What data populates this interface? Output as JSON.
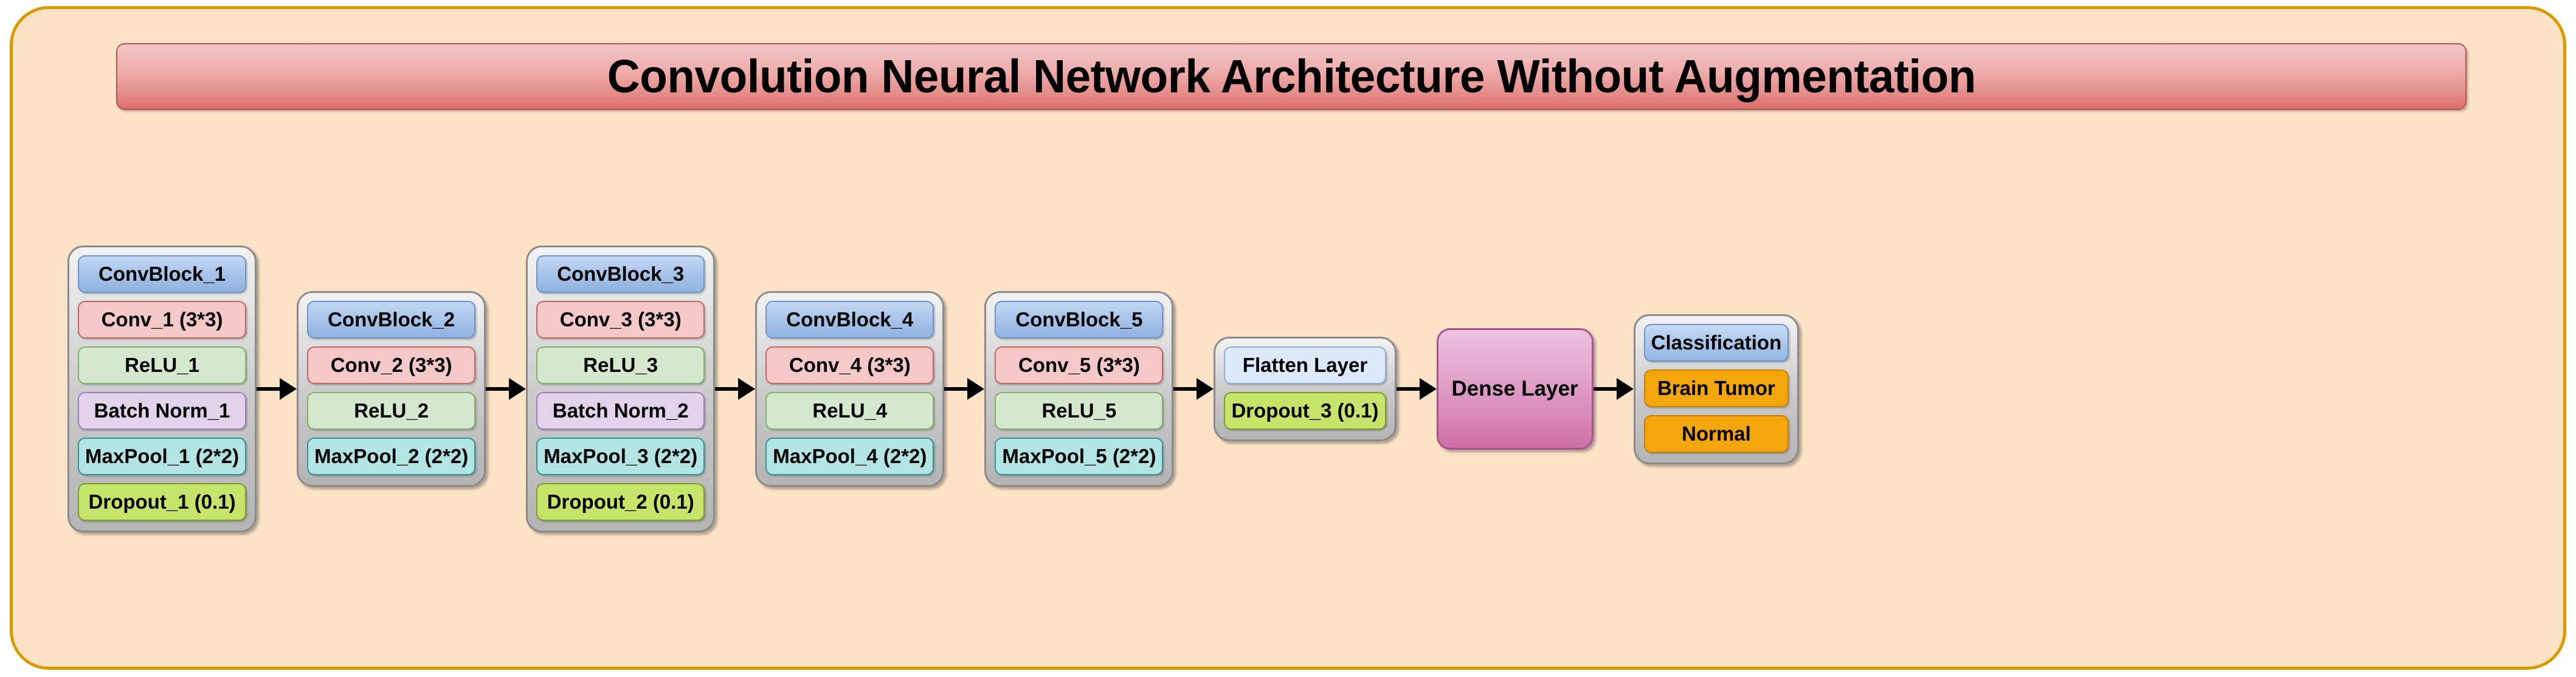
{
  "title": "Convolution Neural Network Architecture Without Augmentation",
  "colors": {
    "canvas_background": "#FCE3C8",
    "canvas_border": "#D99A00",
    "title_gradient_top": "#F3C6C6",
    "title_gradient_bottom": "#DE6F6D",
    "group_background": "#D0D0D0",
    "group_border": "#8A8A8A",
    "header_blue": "#AFC9EC",
    "conv_pink": "#F5C8C8",
    "relu_green": "#D5E8CE",
    "batchnorm_purple": "#E3D2EC",
    "maxpool_cyan": "#B3E4E4",
    "dropout_yellowgreen": "#C6E36A",
    "flatten_lightblue": "#DCE9FA",
    "dense_magenta": "#D98BBC",
    "output_orange": "#F2A60C",
    "arrow": "#000000"
  },
  "groups": [
    {
      "name": "convblock-1",
      "nodes": [
        {
          "label": "ConvBlock_1",
          "style": "n-header"
        },
        {
          "label": "Conv_1 (3*3)",
          "style": "n-conv"
        },
        {
          "label": "ReLU_1",
          "style": "n-relu"
        },
        {
          "label": "Batch Norm_1",
          "style": "n-bn"
        },
        {
          "label": "MaxPool_1 (2*2)",
          "style": "n-pool"
        },
        {
          "label": "Dropout_1 (0.1)",
          "style": "n-dropout"
        }
      ]
    },
    {
      "name": "convblock-2",
      "nodes": [
        {
          "label": "ConvBlock_2",
          "style": "n-header"
        },
        {
          "label": "Conv_2 (3*3)",
          "style": "n-conv"
        },
        {
          "label": "ReLU_2",
          "style": "n-relu"
        },
        {
          "label": "MaxPool_2 (2*2)",
          "style": "n-pool"
        }
      ]
    },
    {
      "name": "convblock-3",
      "nodes": [
        {
          "label": "ConvBlock_3",
          "style": "n-header"
        },
        {
          "label": "Conv_3 (3*3)",
          "style": "n-conv"
        },
        {
          "label": "ReLU_3",
          "style": "n-relu"
        },
        {
          "label": "Batch Norm_2",
          "style": "n-bn"
        },
        {
          "label": "MaxPool_3 (2*2)",
          "style": "n-pool"
        },
        {
          "label": "Dropout_2 (0.1)",
          "style": "n-dropout"
        }
      ]
    },
    {
      "name": "convblock-4",
      "nodes": [
        {
          "label": "ConvBlock_4",
          "style": "n-header"
        },
        {
          "label": "Conv_4 (3*3)",
          "style": "n-conv"
        },
        {
          "label": "ReLU_4",
          "style": "n-relu"
        },
        {
          "label": "MaxPool_4 (2*2)",
          "style": "n-pool"
        }
      ]
    },
    {
      "name": "convblock-5",
      "nodes": [
        {
          "label": "ConvBlock_5",
          "style": "n-header"
        },
        {
          "label": "Conv_5 (3*3)",
          "style": "n-conv"
        },
        {
          "label": "ReLU_5",
          "style": "n-relu"
        },
        {
          "label": "MaxPool_5 (2*2)",
          "style": "n-pool"
        }
      ]
    },
    {
      "name": "flatten-group",
      "nodes": [
        {
          "label": "Flatten Layer",
          "style": "n-flatten"
        },
        {
          "label": "Dropout_3 (0.1)",
          "style": "n-dropout"
        }
      ]
    }
  ],
  "dense": {
    "label": "Dense Layer"
  },
  "classification": {
    "name": "classification-group",
    "nodes": [
      {
        "label": "Classification",
        "style": "n-class-header"
      },
      {
        "label": "Brain Tumor",
        "style": "n-output"
      },
      {
        "label": "Normal",
        "style": "n-output"
      }
    ]
  },
  "arrows": {
    "count": 7,
    "direction": "right",
    "glyph": "arrow-right-icon"
  }
}
